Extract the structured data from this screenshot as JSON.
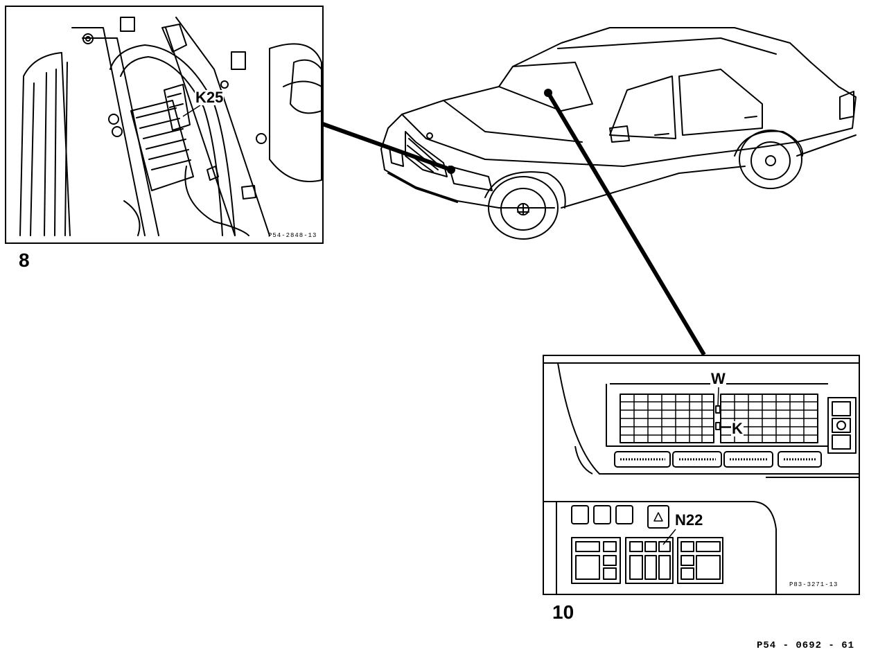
{
  "figure_ref": "P54 - 0692 - 61",
  "panel_engine": {
    "figure_number": "8",
    "callout_k25": "K25",
    "ref": "P54-2848-13"
  },
  "panel_dash": {
    "figure_number": "10",
    "callout_w": "W",
    "callout_k": "K",
    "callout_n22": "N22",
    "ref": "P83-3271-13"
  },
  "colors": {
    "ink": "#000000",
    "paper": "#ffffff"
  }
}
